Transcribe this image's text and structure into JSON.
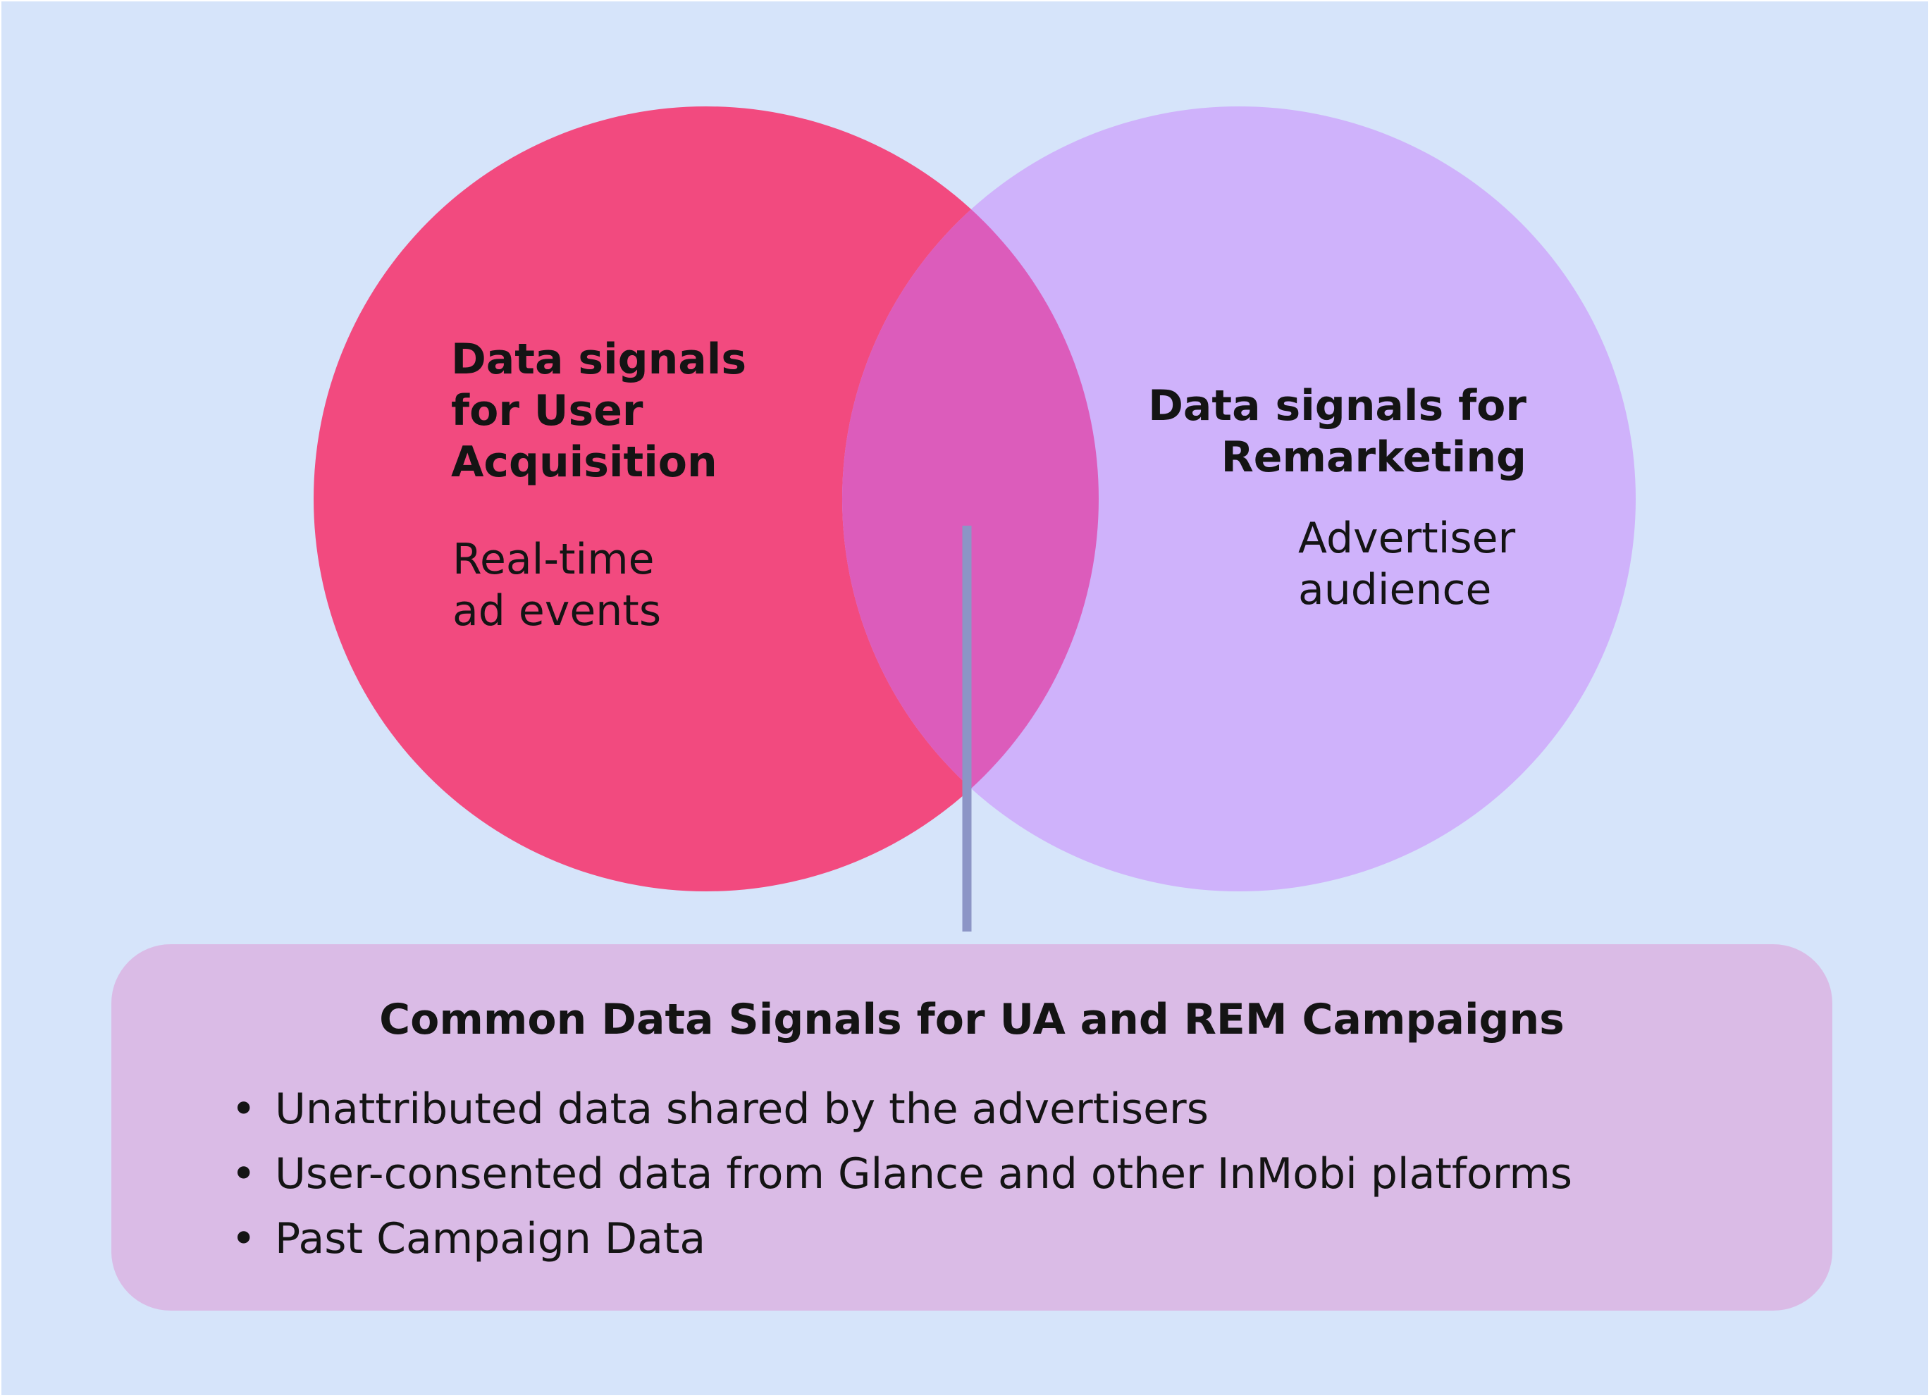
{
  "diagram": {
    "user_acquisition": {
      "title": "Data signals for User Acquisition",
      "title_lines": [
        "Data signals",
        "for User",
        "Acquisition"
      ],
      "detail_lines": [
        "Real-time",
        "ad events"
      ],
      "color": "#f24a7f"
    },
    "remarketing": {
      "title": "Data signals for Remarketing",
      "title_lines": [
        "Data signals for",
        "Remarketing"
      ],
      "detail_lines": [
        "Advertiser",
        "audience"
      ],
      "color": "#cfb2fb"
    },
    "overlap_color": "#dc5cbb",
    "arrow_color": "#8c95c6",
    "background_color": "#d6e4fa",
    "common": {
      "title": "Common Data Signals for UA and REM Campaigns",
      "bullet": "•",
      "items": [
        "Unattributed data shared by the advertisers",
        "User-consented data from Glance and other InMobi platforms",
        "Past Campaign Data"
      ],
      "color": "#dabbe6"
    }
  }
}
